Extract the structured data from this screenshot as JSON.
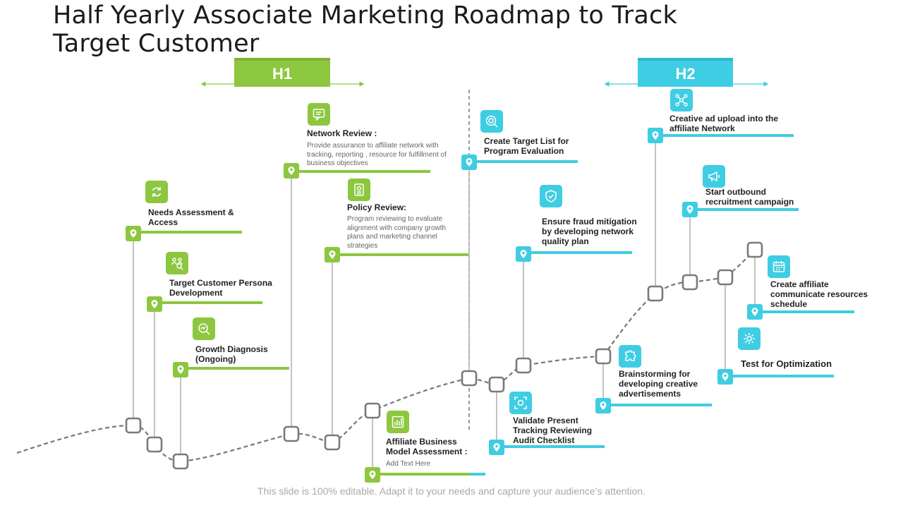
{
  "title": "Half Yearly Associate Marketing Roadmap to Track Target Customer",
  "phases": {
    "h1": "H1",
    "h2": "H2"
  },
  "milestones": {
    "needs_assessment": {
      "label": "Needs Assessment & Access"
    },
    "target_persona": {
      "label": "Target Customer Persona Development"
    },
    "growth_diagnosis": {
      "label": "Growth Diagnosis (Ongoing)"
    },
    "network_review": {
      "label": "Network Review :",
      "description": "Provide assurance to affiliate network with tracking, reporting , resource for fulfillment of business objectives"
    },
    "policy_review": {
      "label": "Policy Review:",
      "description": "Program reviewing to evaluate alignment with company growth plans and marketing channel strategies"
    },
    "affiliate_business": {
      "label": "Affiliate Business Model Assessment :",
      "description": "Add Text Here"
    },
    "create_target_list": {
      "label": "Create Target List for Program Evaluation"
    },
    "fraud_mitigation": {
      "label": "Ensure fraud mitigation by developing network quality plan"
    },
    "validate_tracking": {
      "label": "Validate Present Tracking Reviewing Audit Checklist"
    },
    "creative_ad_upload": {
      "label": "Creative ad upload into the affiliate Network"
    },
    "outbound_recruitment": {
      "label": "Start outbound recruitment campaign"
    },
    "brainstorming": {
      "label": "Brainstorming for developing creative advertisements"
    },
    "affiliate_schedule": {
      "label": "Create affiliate communicate resources schedule"
    },
    "test_optimization": {
      "label": "Test for Optimization"
    }
  },
  "icons": {
    "needs_assessment": "refresh-icon",
    "target_persona": "people-search-icon",
    "growth_diagnosis": "magnifier-chart-icon",
    "network_review": "message-icon",
    "policy_review": "document-icon",
    "affiliate_business": "bar-chart-icon",
    "create_target_list": "target-search-icon",
    "fraud_mitigation": "shield-icon",
    "validate_tracking": "scan-icon",
    "creative_ad_upload": "network-icon",
    "outbound_recruitment": "megaphone-icon",
    "brainstorming": "puzzle-icon",
    "affiliate_schedule": "calendar-icon",
    "test_optimization": "settings-icon"
  },
  "colors": {
    "h1": "#8dc63f",
    "h2": "#3ecde2",
    "path": "#777777"
  },
  "footer": "This slide is 100% editable. Adapt it to your needs and capture your audience’s attention."
}
